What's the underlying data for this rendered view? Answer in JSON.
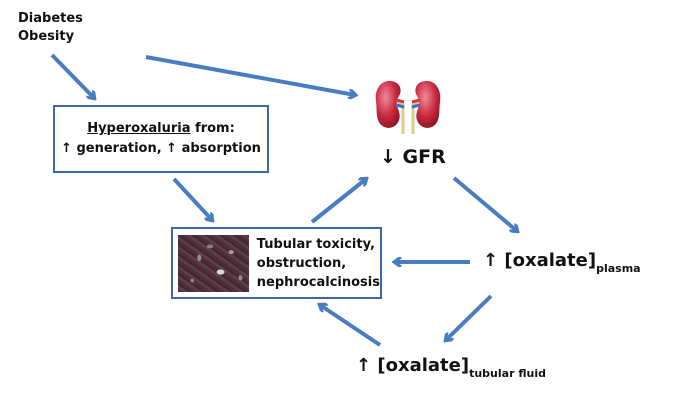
{
  "diagram": {
    "risk_factors": [
      "Diabetes",
      "Obesity"
    ],
    "hyperoxaluria_box": {
      "title": "Hyperoxaluria",
      "title_suffix": " from:",
      "line2": "↑ generation, ↑ absorption"
    },
    "tubular_box": {
      "image": "renal-tissue-histology",
      "lines": [
        "Tubular toxicity,",
        "obstruction,",
        "nephrocalcinosis"
      ]
    },
    "kidney_icon": "kidneys-icon",
    "gfr": {
      "arrow": "↓",
      "label": "GFR"
    },
    "oxalate_plasma": {
      "arrow": "↑",
      "label": "[oxalate]",
      "subscript": "plasma"
    },
    "oxalate_tubular": {
      "arrow": "↑",
      "label": "[oxalate]",
      "subscript": "tubular fluid"
    },
    "colors": {
      "arrow": "#4a7cc0",
      "box_border": "#3d68a8",
      "text": "#111111"
    },
    "edges": [
      {
        "from": "risk-factors",
        "to": "hyperoxaluria"
      },
      {
        "from": "risk-factors",
        "to": "gfr"
      },
      {
        "from": "hyperoxaluria",
        "to": "tubular-toxicity"
      },
      {
        "from": "tubular-toxicity",
        "to": "gfr"
      },
      {
        "from": "gfr",
        "to": "oxalate-plasma"
      },
      {
        "from": "oxalate-plasma",
        "to": "tubular-toxicity"
      },
      {
        "from": "oxalate-plasma",
        "to": "oxalate-tubular-fluid"
      },
      {
        "from": "oxalate-tubular-fluid",
        "to": "tubular-toxicity"
      }
    ]
  }
}
